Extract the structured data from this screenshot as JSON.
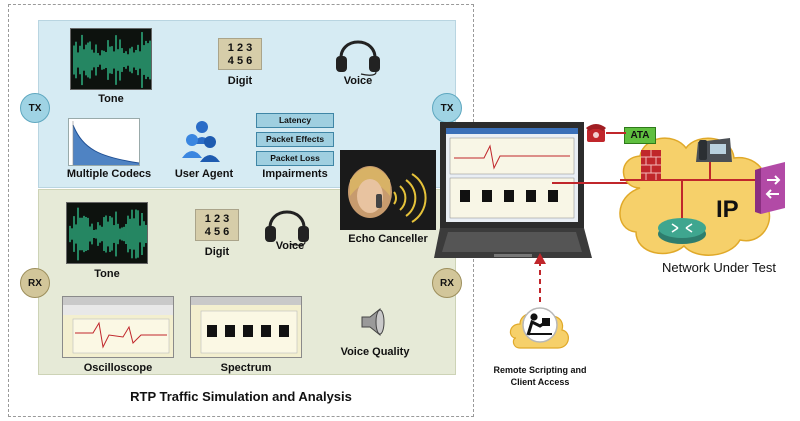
{
  "title": "RTP Traffic Simulation and Analysis",
  "tx": {
    "badge": "TX",
    "tone": "Tone",
    "digit_line1": "1 2 3",
    "digit_line2": "4 5 6",
    "digit_label": "Digit",
    "voice": "Voice",
    "codecs": "Multiple Codecs",
    "user_agent": "User Agent",
    "impairments_label": "Impairments",
    "impairments": [
      "Latency",
      "Packet Effects",
      "Packet Loss"
    ]
  },
  "rx": {
    "badge": "RX",
    "tone": "Tone",
    "digit_line1": "1 2 3",
    "digit_line2": "4 5 6",
    "digit_label": "Digit",
    "voice": "Voice",
    "oscilloscope": "Oscilloscope",
    "spectrum": "Spectrum",
    "voice_quality": "Voice Quality"
  },
  "echo_canceller": "Echo Canceller",
  "network": {
    "ip": "IP",
    "label": "Network Under Test",
    "ata": "ATA"
  },
  "remote": {
    "line1": "Remote Scripting and",
    "line2": "Client Access"
  },
  "colors": {
    "tx_panel": "#d6ebf3",
    "rx_panel": "#e6ead7",
    "cloud": "#f6d06a",
    "link": "#c0262b",
    "waveform": "#36d49a"
  }
}
